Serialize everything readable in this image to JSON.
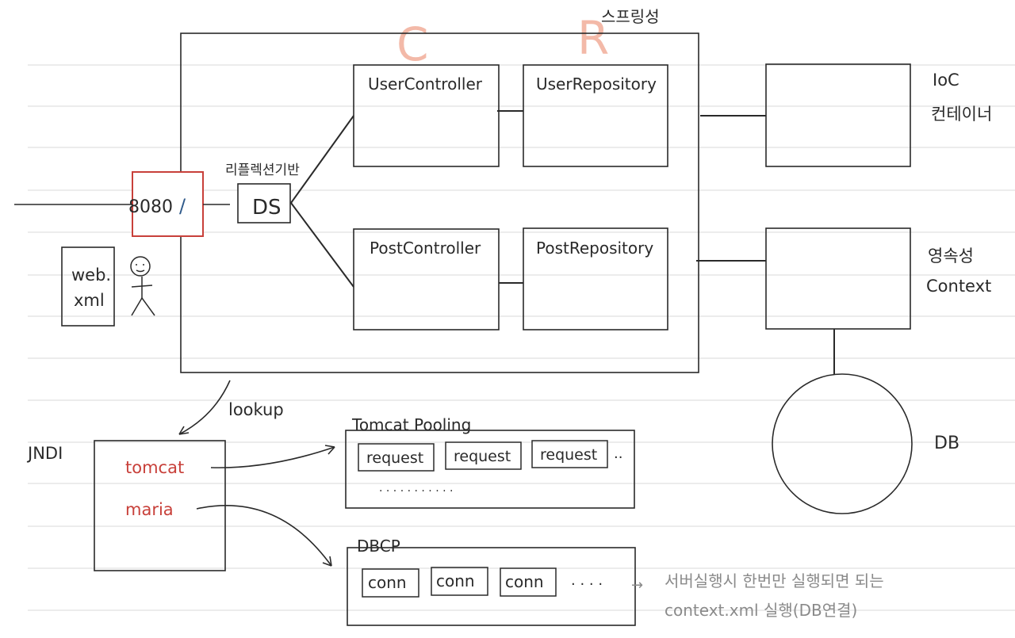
{
  "spring_label": "스프링성",
  "faint_letters": [
    "C",
    "R"
  ],
  "port": {
    "text": "8080",
    "slash": "/"
  },
  "ds": {
    "label": "DS",
    "caption": "리플렉션기반"
  },
  "controllers": [
    "UserController",
    "PostController"
  ],
  "repositories": [
    "UserRepository",
    "PostRepository"
  ],
  "ioc": {
    "line1": "IoC",
    "line2": "컨테이너"
  },
  "persistence": {
    "line1": "영속성",
    "line2": "Context"
  },
  "db": "DB",
  "webxml": {
    "line1": "web.",
    "line2": "xml"
  },
  "lookup": "lookup",
  "jndi": {
    "label": "JNDI",
    "entries": [
      "tomcat",
      "maria"
    ]
  },
  "tomcat_pool": {
    "title": "Tomcat Pooling",
    "items": [
      "request",
      "request",
      "request"
    ],
    "more": "..",
    "dots": ". . . . . . . . . . ."
  },
  "dbcp": {
    "title": "DBCP",
    "items": [
      "conn",
      "conn",
      "conn"
    ],
    "more": ". . . ."
  },
  "note": {
    "arrow": "→",
    "line1": "서버실행시 한번만 실행되면 되는",
    "line2": "context.xml 실행(DB연결)"
  },
  "colors": {
    "ink": "#2a2a2a",
    "red": "#c8403a",
    "rule": "#d9d9d9",
    "faint": "#f3b9a8",
    "gray": "#8a8a8a"
  }
}
